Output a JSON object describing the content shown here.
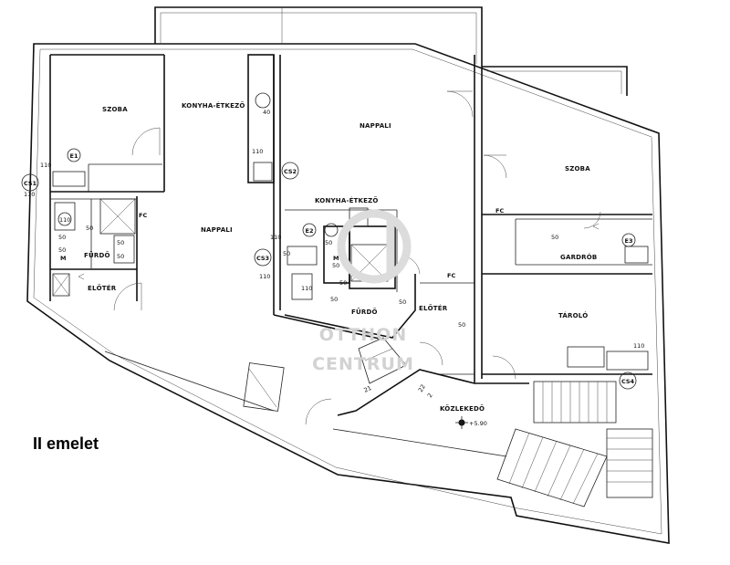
{
  "floor_label": "II emelet",
  "watermark": {
    "line1": "OTTHON",
    "line2": "CENTRUM",
    "monogram": "OC"
  },
  "rooms": {
    "szoba_left": "SZOBA",
    "konyha_left": "KONYHA-ÉTKEZŐ",
    "nappali_left": "NAPPALI",
    "furdo_left": "FÜRDŐ",
    "eloter_left": "ELŐTÉR",
    "nappali_mid": "NAPPALI",
    "konyha_mid": "KONYHA-ÉTKEZŐ",
    "furdo_mid": "FÜRDŐ",
    "eloter_mid": "ELŐTÉR",
    "szoba_right": "SZOBA",
    "gardrob": "GARDRÓB",
    "tarolo": "TÁROLÓ",
    "kozlekedo": "KÖZLEKEDŐ"
  },
  "tags": {
    "cs1": "CS1",
    "cs2": "CS2",
    "cs3": "CS3",
    "cs4": "CS4",
    "e1": "E1",
    "e2": "E2",
    "e3": "E3",
    "fc1": "FC",
    "fc2": "FC",
    "fc3": "FC",
    "m1": "M",
    "m2": "M"
  },
  "dims": {
    "d110_a": "110",
    "d110_b": "110",
    "d110_c": "110",
    "d110_d": "110",
    "d110_e": "110",
    "d110_f": "110",
    "d110_g": "110",
    "d110_h": "110",
    "d40": "40",
    "d50_a": "50",
    "d50_b": "50",
    "d50_c": "50",
    "d50_d": "50",
    "d50_e": "50",
    "d50_f": "50",
    "d50_g": "50",
    "d50_h": "50",
    "d50_i": "50",
    "d50_j": "50",
    "d50_k": "50",
    "d50_l": "50",
    "d50_m": "50"
  },
  "elevation": "+5.90",
  "stairs": {
    "s21": "21",
    "s22": "22",
    "step_count": "2"
  }
}
